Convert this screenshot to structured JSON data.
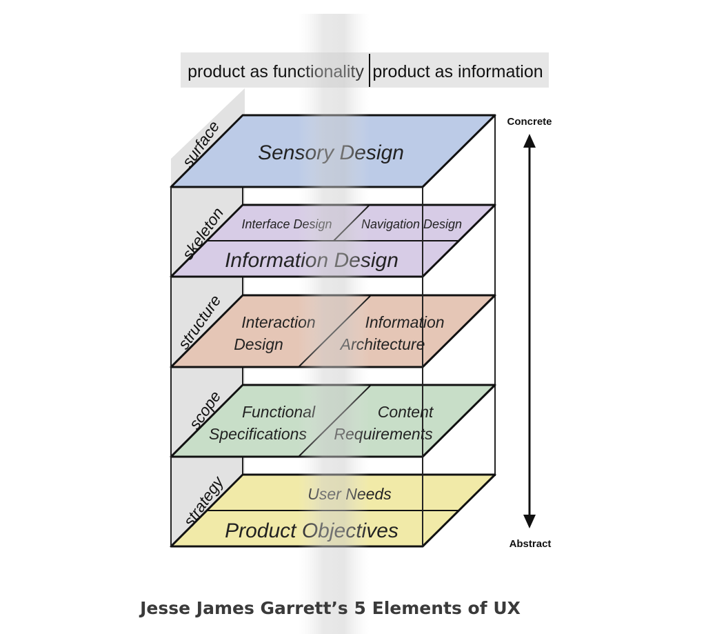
{
  "header": {
    "left": "product as functionality",
    "right": "product as information"
  },
  "axis": {
    "top": "Concrete",
    "bottom": "Abstract"
  },
  "planes": {
    "surface": {
      "label": "surface",
      "items": [
        "Sensory Design"
      ]
    },
    "skeleton": {
      "label": "skeleton",
      "items": [
        "Interface Design",
        "Navigation Design",
        "Information Design"
      ]
    },
    "structure": {
      "label": "structure",
      "items": [
        "Interaction",
        "Design",
        "Information",
        "Architecture"
      ]
    },
    "scope": {
      "label": "scope",
      "items": [
        "Functional",
        "Specifications",
        "Content",
        "Requirements"
      ]
    },
    "strategy": {
      "label": "strategy",
      "items": [
        "User Needs",
        "Product Objectives"
      ]
    }
  },
  "colors": {
    "surface": "#bccbe7",
    "skeleton": "#d7cce6",
    "structure": "#e5c6b6",
    "scope": "#c8dec8",
    "strategy": "#f1eaa8",
    "header_bg": "#e6e6e6",
    "shaft": "#d4d4d4"
  },
  "caption": "Jesse James Garrett’s 5 Elements of UX"
}
